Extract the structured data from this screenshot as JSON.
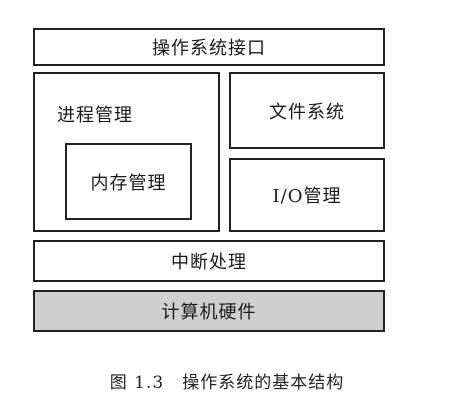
{
  "diagram": {
    "os_interface": "操作系统接口",
    "process_management": "进程管理",
    "memory_management": "内存管理",
    "file_system": "文件系统",
    "io_management": "I/O管理",
    "interrupt_handling": "中断处理",
    "computer_hardware": "计算机硬件",
    "hardware_fill_color": "#cfcfcf"
  },
  "caption": {
    "figure_number": "图 1.3",
    "text": "操作系统的基本结构"
  }
}
